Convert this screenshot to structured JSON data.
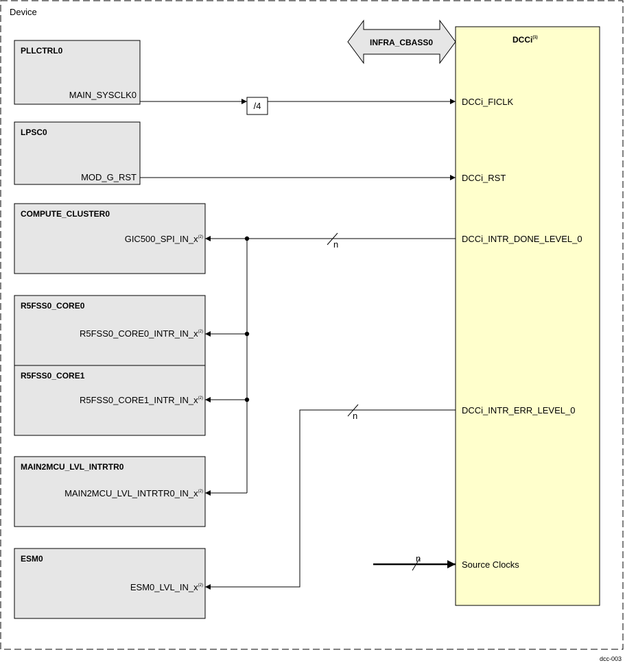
{
  "device_label": "Device",
  "bus": {
    "label": "INFRA_CBASS0"
  },
  "dcc": {
    "title": "DCCi",
    "title_sup": "(1)",
    "ports": {
      "ficlk": "DCCi_FICLK",
      "rst": "DCCi_RST",
      "intr_done": "DCCi_INTR_DONE_LEVEL_0",
      "intr_err": "DCCi_INTR_ERR_LEVEL_0",
      "source_clocks": "Source Clocks"
    }
  },
  "blocks": {
    "pllctrl": {
      "title": "PLLCTRL0",
      "port": "MAIN_SYSCLK0"
    },
    "lpsc": {
      "title": "LPSC0",
      "port": "MOD_G_RST"
    },
    "compute": {
      "title": "COMPUTE_CLUSTER0",
      "port": "GIC500_SPI_IN_x",
      "port_sup": "(2)"
    },
    "r5core0": {
      "title": "R5FSS0_CORE0",
      "port": "R5FSS0_CORE0_INTR_IN_x",
      "port_sup": "(2)"
    },
    "r5core1": {
      "title": "R5FSS0_CORE1",
      "port": "R5FSS0_CORE1_INTR_IN_x",
      "port_sup": "(2)"
    },
    "main2mcu": {
      "title": "MAIN2MCU_LVL_INTRTR0",
      "port": "MAIN2MCU_LVL_INTRTR0_IN_x",
      "port_sup": "(2)"
    },
    "esm": {
      "title": "ESM0",
      "port": "ESM0_LVL_IN_x",
      "port_sup": "(2)"
    }
  },
  "divider": {
    "label": "/4"
  },
  "bus_width": {
    "done": "n",
    "err": "n",
    "clocks": "n"
  },
  "figure_id": "dcc-003"
}
